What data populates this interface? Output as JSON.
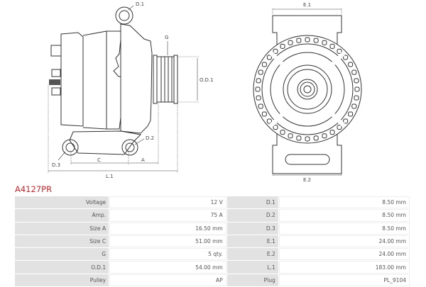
{
  "drawing": {
    "labels": {
      "d1": "D.1",
      "d2": "D.2",
      "d3": "D.3",
      "g": "G",
      "od1": "O.D.1",
      "a": "A",
      "c": "C",
      "l1": "L.1",
      "e1": "E.1",
      "e2": "E.2"
    }
  },
  "product_code": "A4127PR",
  "specs": [
    {
      "label": "Voltage",
      "value": "12 V",
      "label2": "D.1",
      "value2": "8.50 mm"
    },
    {
      "label": "Amp.",
      "value": "75 A",
      "label2": "D.2",
      "value2": "8.50 mm"
    },
    {
      "label": "Size A",
      "value": "16.50 mm",
      "label2": "D.3",
      "value2": "8.50 mm"
    },
    {
      "label": "Size C",
      "value": "51.00 mm",
      "label2": "E.1",
      "value2": "24.00 mm"
    },
    {
      "label": "G",
      "value": "5 qty.",
      "label2": "E.2",
      "value2": "24.00 mm"
    },
    {
      "label": "O.D.1",
      "value": "54.00 mm",
      "label2": "L.1",
      "value2": "183.00 mm"
    },
    {
      "label": "Pulley",
      "value": "AP",
      "label2": "Plug",
      "value2": "PL_9104"
    }
  ]
}
